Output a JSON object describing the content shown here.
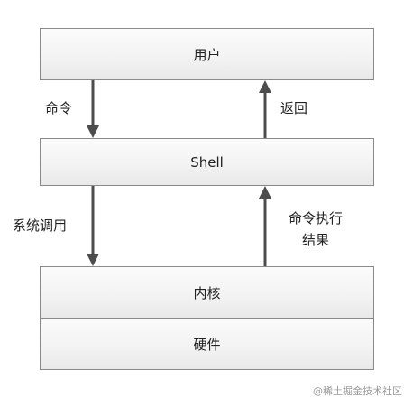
{
  "boxes": {
    "user": "用户",
    "shell": "Shell",
    "kernel": "内核",
    "hardware": "硬件"
  },
  "arrows": {
    "command": "命令",
    "return": "返回",
    "syscall": "系统调用",
    "result_line1": "命令执行",
    "result_line2": "结果"
  },
  "watermark": "@稀土掘金技术社区",
  "colors": {
    "arrow": "#4d4d4d",
    "border": "#8a8a8a"
  }
}
